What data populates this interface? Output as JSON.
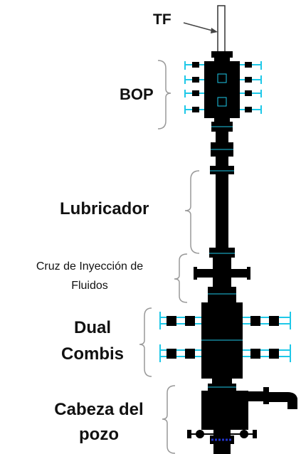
{
  "labels": {
    "tf": "TF",
    "bop": "BOP",
    "lubricador": "Lubricador",
    "cruz_line1": "Cruz de Inyección de",
    "cruz_line2": "Fluidos",
    "dual_line1": "Dual",
    "dual_line2": "Combis",
    "cabeza_line1": "Cabeza del",
    "cabeza_line2": "pozo"
  },
  "colors": {
    "equipment": "#000000",
    "highlight": "#1ec8e8",
    "tubing_fill": "#ffffff",
    "tubing_stroke": "#333333",
    "brace": "#999999",
    "valve_accent": "#2233cc"
  }
}
